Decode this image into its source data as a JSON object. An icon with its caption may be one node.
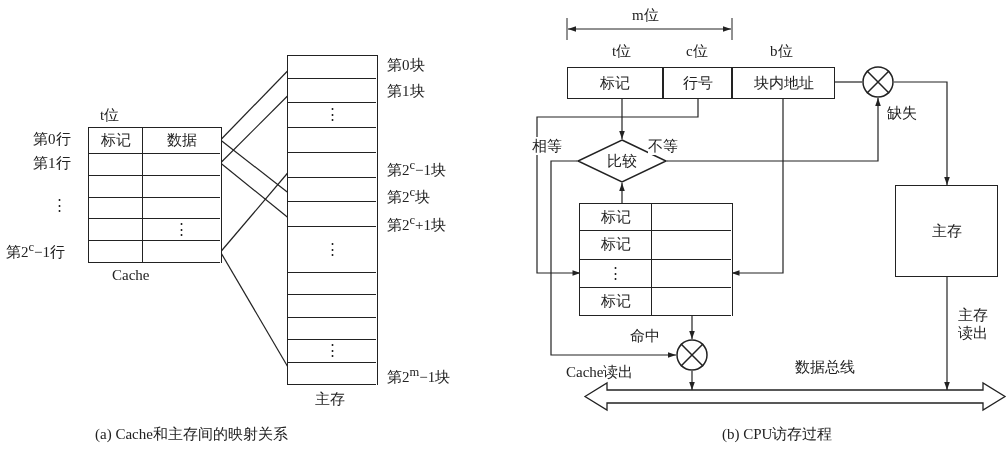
{
  "diagram": {
    "nodes": [
      {
        "text": [],
        "shape": "box"
      },
      {
        "text": [
          "标记",
          "数据"
        ],
        "in": 0,
        "beside": [
          "第0行"
        ]
      },
      {
        "text": [],
        "shape": "box",
        "in": 0,
        "beside": [
          "第1行"
        ]
      },
      {
        "text": [],
        "shape": "box",
        "in": 0
      },
      {
        "text": [],
        "shape": "box",
        "in": 0
      },
      {
        "text": [
          "⋮"
        ],
        "in": 0
      },
      {
        "text": [],
        "shape": "box",
        "in": 0,
        "beside": [
          "第2$^{c}$−1行"
        ]
      },
      {
        "text": [],
        "shape": "box"
      },
      {
        "text": [],
        "shape": "box",
        "in": 7,
        "beside": [
          "第0块"
        ]
      },
      {
        "text": [],
        "shape": "box",
        "in": 7,
        "beside": [
          "第1块"
        ]
      },
      {
        "text": [
          "⋮"
        ],
        "in": 7
      },
      {
        "text": [],
        "shape": "box",
        "in": 7
      },
      {
        "text": [],
        "shape": "box",
        "in": 7,
        "beside": [
          "第2$^{c}$−1块"
        ]
      },
      {
        "text": [],
        "shape": "box",
        "in": 7,
        "beside": [
          "第2$^{c}$块"
        ]
      },
      {
        "text": [],
        "shape": "box",
        "in": 7,
        "beside": [
          "第2$^{c}$+1块"
        ]
      },
      {
        "text": [
          "⋮"
        ],
        "in": 7
      },
      {
        "text": [],
        "shape": "box",
        "in": 7
      },
      {
        "text": [],
        "shape": "box",
        "in": 7
      },
      {
        "text": [],
        "shape": "box",
        "in": 7
      },
      {
        "text": [
          "⋮"
        ],
        "in": 7
      },
      {
        "text": [],
        "shape": "box",
        "in": 7,
        "beside": [
          "第2$^{m}$−1块"
        ]
      },
      {
        "text": [
          "标记"
        ],
        "beside": [
          "t位"
        ]
      },
      {
        "text": [
          "行号"
        ],
        "beside": [
          "c位"
        ]
      },
      {
        "text": [
          "块内地址"
        ],
        "beside": [
          "b位"
        ]
      },
      {
        "text": [],
        "shape": "circle",
        "beside": [
          "缺失"
        ]
      },
      {
        "text": [
          "比较"
        ]
      },
      {
        "text": [],
        "shape": "box"
      },
      {
        "text": [
          "标记"
        ],
        "in": 26
      },
      {
        "text": [
          "标记"
        ],
        "in": 26
      },
      {
        "text": [
          "⋮"
        ],
        "in": 26
      },
      {
        "text": [
          "标记"
        ],
        "in": 26
      },
      {
        "text": [],
        "shape": "circle",
        "beside": [
          "命中"
        ]
      },
      {
        "text": [
          "主存"
        ]
      },
      {
        "text": [
          "数据总线"
        ]
      }
    ],
    "edges": [
      {
        "from": 1,
        "to": 8,
        "arrow": "none"
      },
      {
        "from": 1,
        "to": 13,
        "arrow": "none"
      },
      {
        "from": 2,
        "to": 9,
        "arrow": "none"
      },
      {
        "from": 2,
        "to": 14,
        "arrow": "none"
      },
      {
        "from": 6,
        "to": 12,
        "arrow": "none"
      },
      {
        "from": 6,
        "to": 20,
        "arrow": "none"
      },
      {
        "from": 21,
        "to": 25,
        "arrow": "to"
      },
      {
        "from": 22,
        "to": 29,
        "arrow": "to"
      },
      {
        "from": 23,
        "to": 29,
        "arrow": "to"
      },
      {
        "from": 23,
        "to": 24,
        "arrow": "none"
      },
      {
        "from": 24,
        "to": 32,
        "arrow": "to"
      },
      {
        "from": 25,
        "to": 24,
        "arrow": "to",
        "label": "不等"
      },
      {
        "from": 25,
        "to": 31,
        "arrow": "to",
        "label": "相等"
      },
      {
        "from": 27,
        "to": 25,
        "arrow": "to"
      },
      {
        "from": 26,
        "to": 31,
        "arrow": "to"
      },
      {
        "from": 31,
        "to": 33,
        "arrow": "to"
      },
      {
        "from": 32,
        "to": 33,
        "arrow": "to",
        "label": "主存读出"
      }
    ],
    "labels": [
      "t位",
      "⋮",
      "Cache",
      "主存",
      "(a) Cache和主存间的映射关系",
      "m位",
      "Cache读出",
      "(b) CPU访存过程"
    ]
  }
}
